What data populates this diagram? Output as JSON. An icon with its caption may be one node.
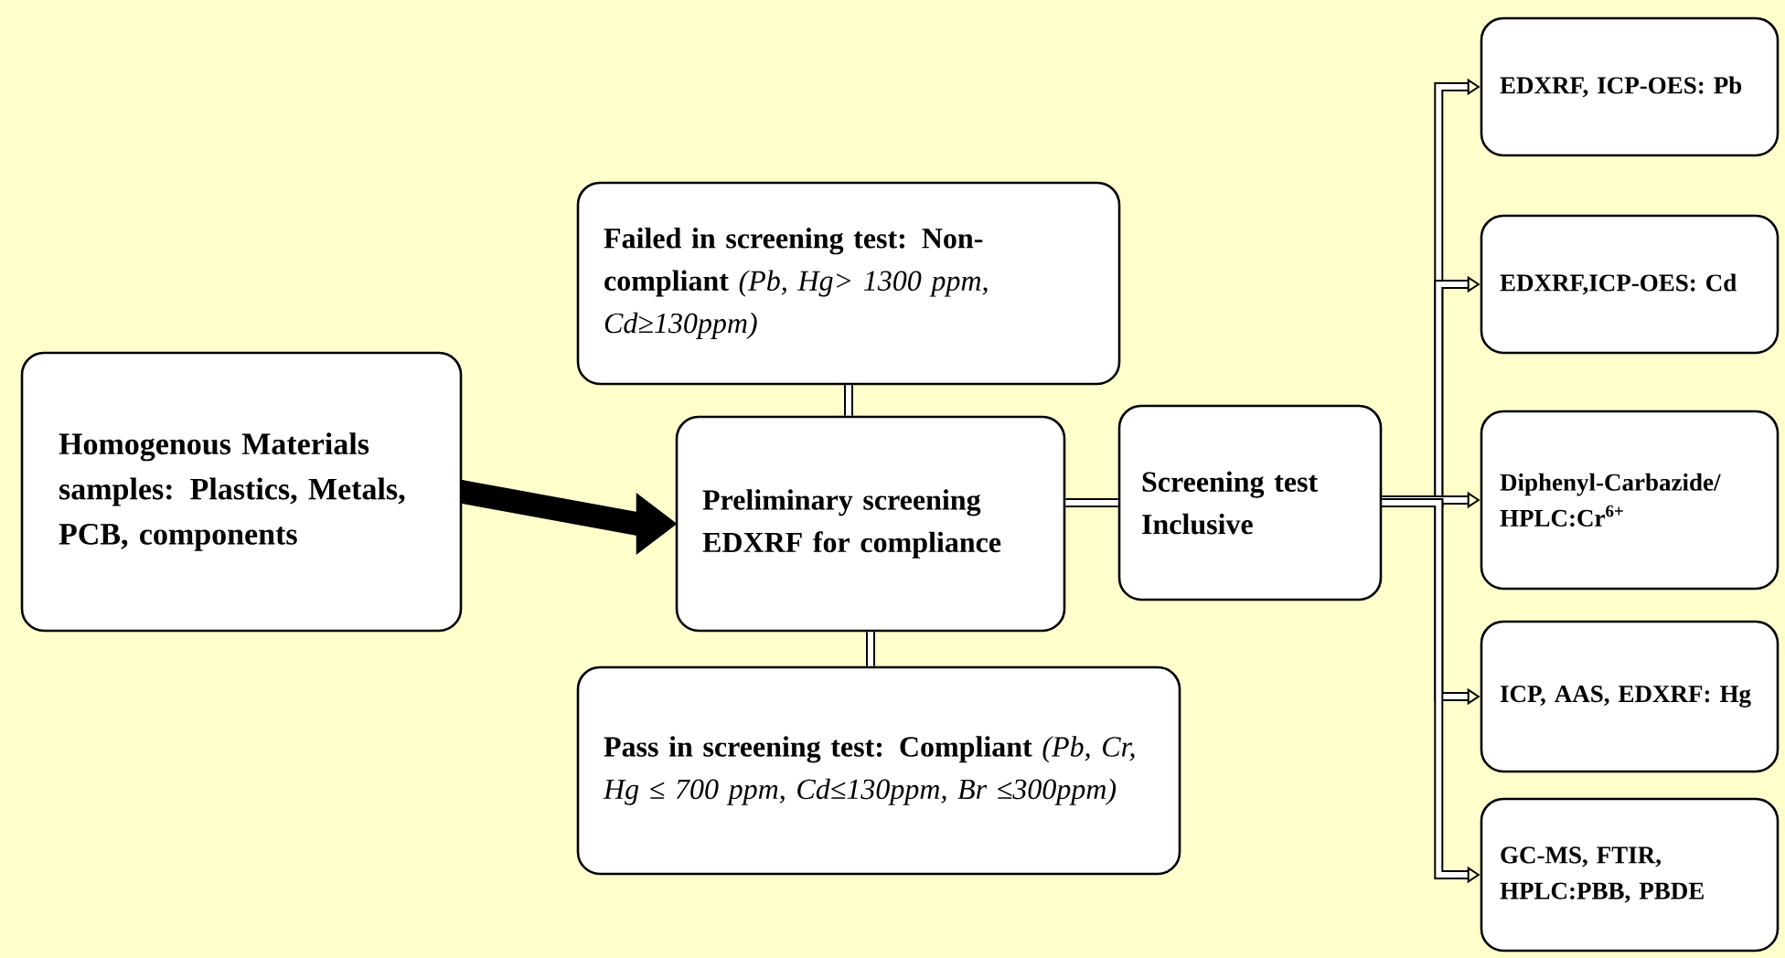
{
  "diagram": {
    "nodes": [
      {
        "text": [
          "Homogenous Materials samples: Plastics, Metals, PCB, components"
        ]
      },
      {
        "text": [
          "**Failed in screening test: Non-compliant** *(Pb, Hg> 1300 ppm, Cd≥130ppm)*"
        ]
      },
      {
        "text": [
          "Preliminary screening EDXRF for compliance"
        ]
      },
      {
        "text": [
          "**Pass in screening test: Compliant** *(Pb, Cr, Hg ≤ 700 ppm, Cd≤130ppm, Br ≤300ppm)*"
        ]
      },
      {
        "text": [
          "Screening test Inclusive"
        ]
      },
      {
        "text": [
          "EDXRF, ICP-OES: Pb"
        ]
      },
      {
        "text": [
          "EDXRF,ICP-OES: Cd"
        ]
      },
      {
        "text": [
          "Diphenyl-Carbazide/ HPLC:Cr$^{6+}$"
        ]
      },
      {
        "text": [
          "ICP, AAS, EDXRF: Hg"
        ]
      },
      {
        "text": [
          "GC-MS, FTIR, HPLC:PBB, PBDE"
        ]
      }
    ],
    "edges": [
      {
        "from": 0,
        "to": 2,
        "arrow": "to",
        "style": "thick"
      },
      {
        "from": 1,
        "to": 2,
        "arrow": "none"
      },
      {
        "from": 2,
        "to": 3,
        "arrow": "none"
      },
      {
        "from": 2,
        "to": 4,
        "arrow": "none"
      },
      {
        "from": 4,
        "to": 5,
        "arrow": "to"
      },
      {
        "from": 4,
        "to": 6,
        "arrow": "to"
      },
      {
        "from": 4,
        "to": 7,
        "arrow": "to"
      },
      {
        "from": 4,
        "to": 8,
        "arrow": "to"
      },
      {
        "from": 4,
        "to": 9,
        "arrow": "to"
      }
    ]
  }
}
